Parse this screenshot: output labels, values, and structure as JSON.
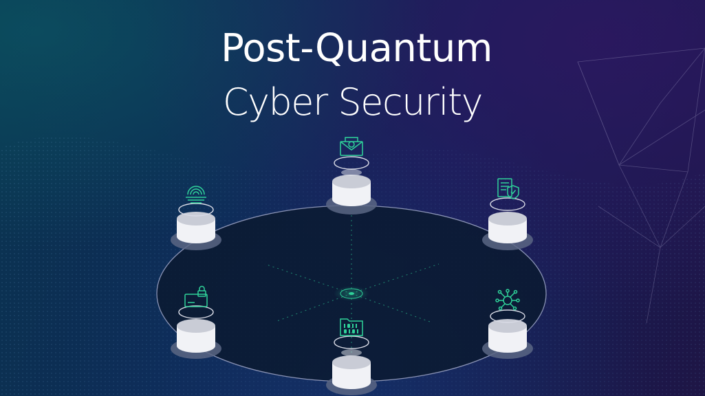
{
  "title": {
    "line1": "Post-Quantum",
    "line2": "Cyber Security"
  },
  "colors": {
    "accent_green": "#2fd39a",
    "node_white": "#f1f2f6",
    "node_gray": "#c9ccd6",
    "ring_stroke": "#8a93b5",
    "ring_fill": "#0b1a30"
  },
  "nodes": [
    {
      "id": "top",
      "icon": "email-icon"
    },
    {
      "id": "upper-left",
      "icon": "fingerprint-icon"
    },
    {
      "id": "upper-right",
      "icon": "secure-document-icon"
    },
    {
      "id": "lower-left",
      "icon": "credit-card-lock-icon"
    },
    {
      "id": "lower-right",
      "icon": "circuit-network-icon"
    },
    {
      "id": "bottom",
      "icon": "binary-folder-icon"
    }
  ]
}
